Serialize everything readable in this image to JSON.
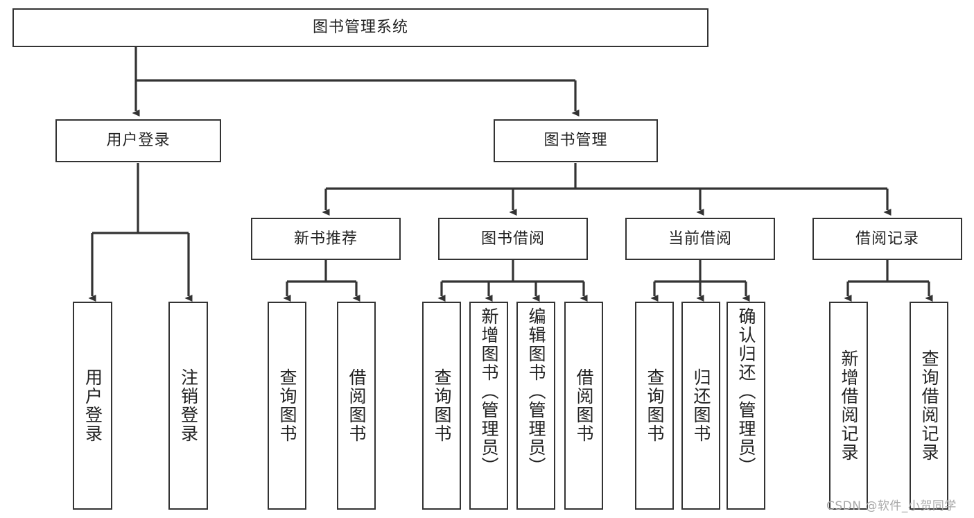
{
  "diagram": {
    "title": "图书管理系统",
    "type": "tree-hierarchy",
    "watermark": "CSDN @软件_小贺同学",
    "colors": {
      "box_border": "#333333",
      "box_fill": "#ffffff",
      "connector": "#333333",
      "text": "#222222",
      "watermark": "#a8a8a8",
      "background": "#ffffff"
    }
  },
  "nodes": {
    "root": {
      "label": "图书管理系统",
      "level": 1
    },
    "l2": [
      {
        "id": "user-login",
        "label": "用户登录",
        "level": 2
      },
      {
        "id": "book-manage",
        "label": "图书管理",
        "level": 2
      }
    ],
    "l3": [
      {
        "id": "new-book-rec",
        "label": "新书推荐",
        "level": 3
      },
      {
        "id": "book-borrow",
        "label": "图书借阅",
        "level": 3
      },
      {
        "id": "current-borrow",
        "label": "当前借阅",
        "level": 3
      },
      {
        "id": "borrow-record",
        "label": "借阅记录",
        "level": 3
      }
    ],
    "leaves": {
      "user-login": [
        {
          "id": "leaf-user-login",
          "label": "用户登录"
        },
        {
          "id": "leaf-user-logout",
          "label": "注销登录"
        }
      ],
      "new-book-rec": [
        {
          "id": "leaf-query-book-1",
          "label": "查询图书"
        },
        {
          "id": "leaf-borrow-book-1",
          "label": "借阅图书"
        }
      ],
      "book-borrow": [
        {
          "id": "leaf-query-book-2",
          "label": "查询图书"
        },
        {
          "id": "leaf-add-book",
          "label": "新增图书（管理员）"
        },
        {
          "id": "leaf-edit-book",
          "label": "编辑图书（管理员）"
        },
        {
          "id": "leaf-borrow-book-2",
          "label": "借阅图书"
        }
      ],
      "current-borrow": [
        {
          "id": "leaf-query-book-3",
          "label": "查询图书"
        },
        {
          "id": "leaf-return-book",
          "label": "归还图书"
        },
        {
          "id": "leaf-confirm-return",
          "label": "确认归还（管理员）"
        }
      ],
      "borrow-record": [
        {
          "id": "leaf-add-record",
          "label": "新增借阅记录"
        },
        {
          "id": "leaf-query-record",
          "label": "查询借阅记录"
        }
      ]
    }
  }
}
